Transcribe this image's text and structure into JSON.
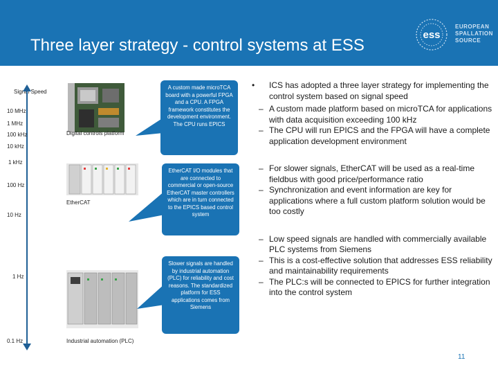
{
  "slide": {
    "title": "Three layer strategy - control systems at ESS",
    "page_number": "11"
  },
  "logo": {
    "mark": "ess",
    "words": [
      "EUROPEAN",
      "SPALLATION",
      "SOURCE"
    ]
  },
  "axis": {
    "heading": "Signal Speed",
    "ticks": [
      "10 MHz",
      "1 MHz",
      "100 kHz",
      "10 kHz",
      "1 kHz",
      "100 Hz",
      "10 Hz",
      "1 Hz",
      "0.1 Hz"
    ]
  },
  "platforms": [
    {
      "label": "Digital controls platform",
      "bubble": "A custom made microTCA board with a powerful FPGA and a CPU. A FPGA framework constitutes the development environment. The CPU runs EPICS"
    },
    {
      "label": "EtherCAT",
      "bubble": "EtherCAT I/O modules that are connected to commercial or open-source EtherCAT master controllers which are in turn connected to the EPICS based control system"
    },
    {
      "label": "Industrial automation (PLC)",
      "bubble": "Slower signals are handled by industrial automation (PLC) for reliability and cost reasons. The standardized platform for ESS applications comes from Siemens"
    }
  ],
  "bullets": {
    "main": "ICS has adopted a three layer strategy for implementing the control system based on signal speed",
    "marker": "•",
    "dash": "–",
    "sub": [
      "A custom made platform based on microTCA for applications with data acquisition exceeding 100 kHz",
      "The CPU will run EPICS and the FPGA will have a complete application development environment",
      "For slower signals, EtherCAT will be used as a real-time fieldbus with good price/performance ratio",
      "Synchronization and event information are key for applications where a full custom platform solution would be too costly",
      "Low speed signals are handled with commercially available PLC systems from Siemens",
      "This is a cost-effective solution that addresses ESS reliability and maintainability requirements",
      "The PLC:s will be connected to EPICS for further integration into the control system"
    ]
  },
  "colors": {
    "brand_blue": "#1a73b4",
    "axis_blue": "#1f5f95"
  }
}
